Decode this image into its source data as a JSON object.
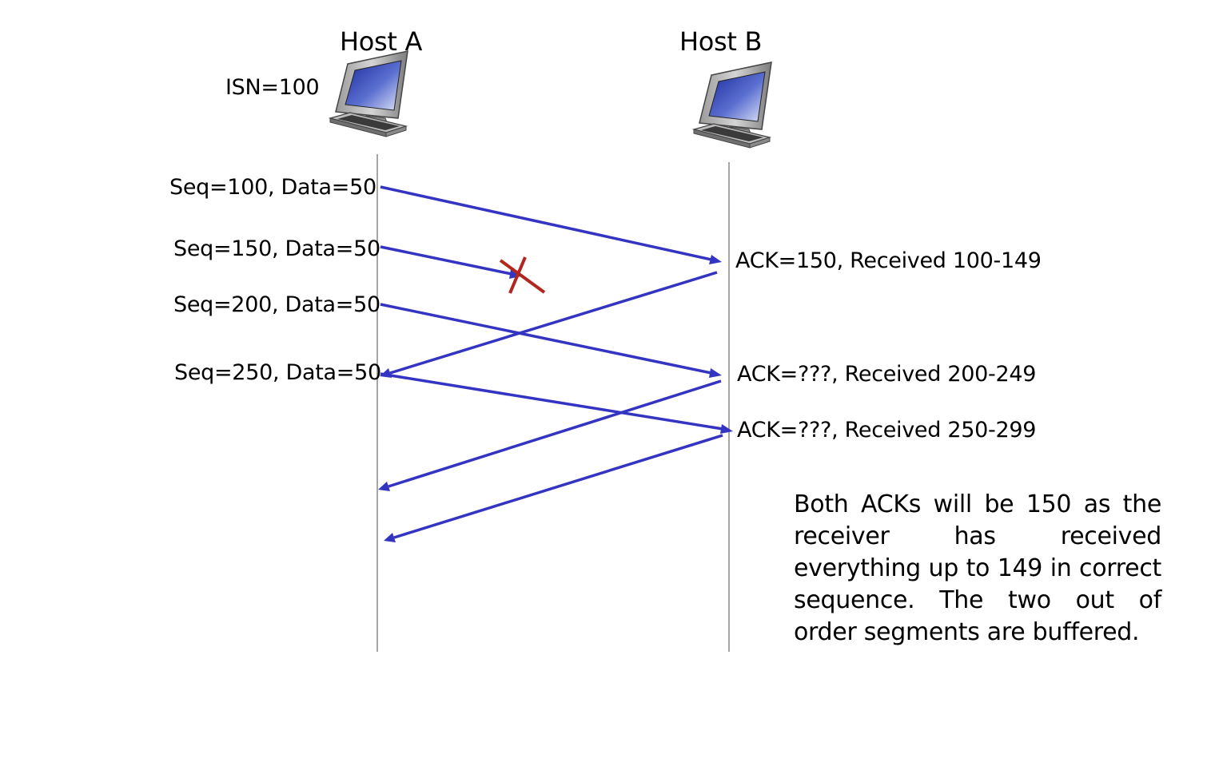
{
  "hosts": {
    "a": {
      "label": "Host A",
      "isn": "ISN=100"
    },
    "b": {
      "label": "Host B"
    }
  },
  "segments": [
    {
      "label": "Seq=100, Data=50",
      "lost": false
    },
    {
      "label": "Seq=150, Data=50",
      "lost": true
    },
    {
      "label": "Seq=200, Data=50",
      "lost": false
    },
    {
      "label": "Seq=250, Data=50",
      "lost": false
    }
  ],
  "acks": [
    {
      "label": "ACK=150, Received 100-149"
    },
    {
      "label": "ACK=???, Received 200-249"
    },
    {
      "label": "ACK=???, Received 250-299"
    }
  ],
  "note": "Both ACKs will be 150 as the receiver has received everything up to 149 in correct sequence. The two out of order segments are buffered.",
  "colors": {
    "arrow": "#3434c2",
    "loss_mark": "#b3261e",
    "timeline": "#8a8a8a",
    "monitor_screen": "#2b3fb0"
  }
}
